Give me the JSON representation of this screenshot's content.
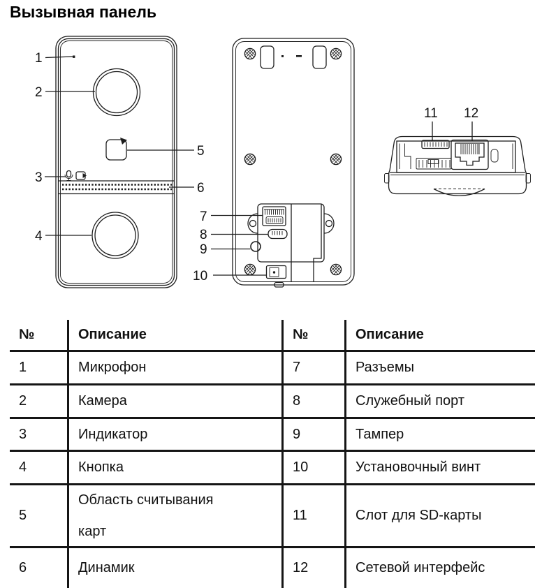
{
  "page": {
    "title": "Вызывная панель",
    "background": "#ffffff",
    "line_color": "#1d1d1d",
    "text_color": "#111111"
  },
  "diagram": {
    "callouts": {
      "n1": "1",
      "n2": "2",
      "n3": "3",
      "n4": "4",
      "n5": "5",
      "n6": "6",
      "n7": "7",
      "n8": "8",
      "n9": "9",
      "n10": "10",
      "n11": "11",
      "n12": "12"
    },
    "icons": {
      "microphone_icon": "small microphone glyph on front panel",
      "card_icon": "card-swipe glyph on front panel",
      "speaker_grille": "two dotted rows",
      "screw_icon": "hatched screw head circle"
    }
  },
  "table": {
    "left": {
      "col_num": "№",
      "col_desc": "Описание",
      "rows": [
        {
          "num": "1",
          "desc": "Микрофон"
        },
        {
          "num": "2",
          "desc": "Камера"
        },
        {
          "num": "3",
          "desc": "Индикатор"
        },
        {
          "num": "4",
          "desc": "Кнопка"
        },
        {
          "num": "5",
          "desc": "Область считывания\nкарт"
        },
        {
          "num": "6",
          "desc": "Динамик"
        }
      ]
    },
    "right": {
      "col_num": "№",
      "col_desc": "Описание",
      "rows": [
        {
          "num": "7",
          "desc": "Разъемы"
        },
        {
          "num": "8",
          "desc": "Служебный порт"
        },
        {
          "num": "9",
          "desc": "Тампер"
        },
        {
          "num": "10",
          "desc": "Установочный винт"
        },
        {
          "num": "11",
          "desc": "Слот для SD-карты"
        },
        {
          "num": "12",
          "desc": "Сетевой интерфейс"
        }
      ]
    }
  }
}
